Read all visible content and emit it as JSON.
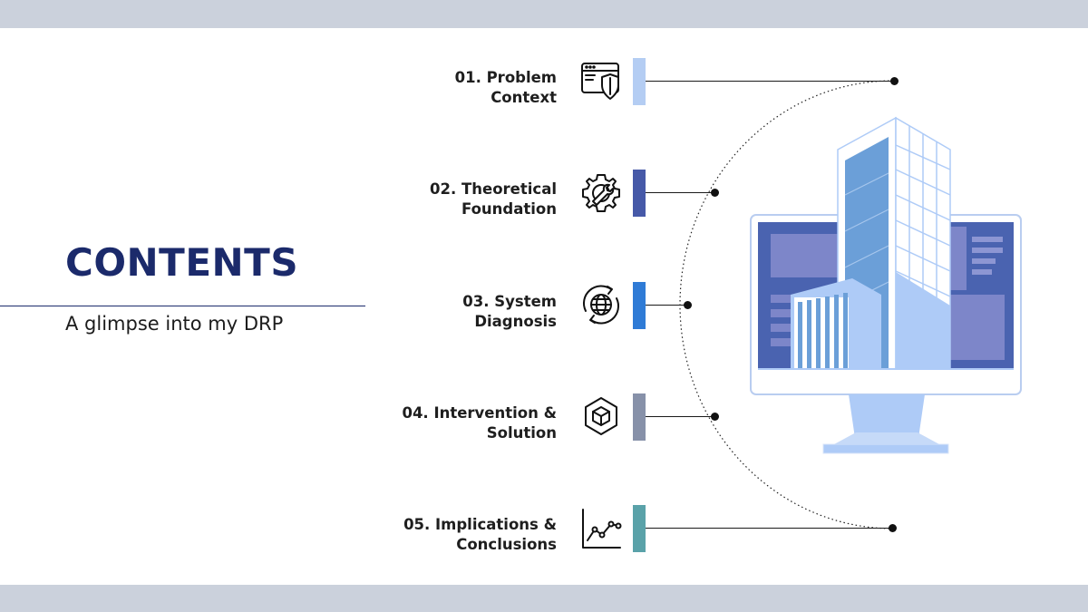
{
  "slide": {
    "title": "CONTENTS",
    "subtitle": "A glimpse into my DRP"
  },
  "items": [
    {
      "line1": "01. Problem",
      "line2": "Context",
      "icon": "browser-shield-icon",
      "color": "#b4cdf3"
    },
    {
      "line1": "02. Theoretical",
      "line2": "Foundation",
      "icon": "gear-wrench-icon",
      "color": "#4659a8"
    },
    {
      "line1": "03. System",
      "line2": "Diagnosis",
      "icon": "globe-refresh-icon",
      "color": "#2f7bd6"
    },
    {
      "line1": "04. Intervention &",
      "line2": "Solution",
      "icon": "hexagon-cube-icon",
      "color": "#8791a9"
    },
    {
      "line1": "05. Implications &",
      "line2": "Conclusions",
      "icon": "line-chart-icon",
      "color": "#5aa2a9"
    }
  ],
  "illustration": "monitor-building-icon"
}
